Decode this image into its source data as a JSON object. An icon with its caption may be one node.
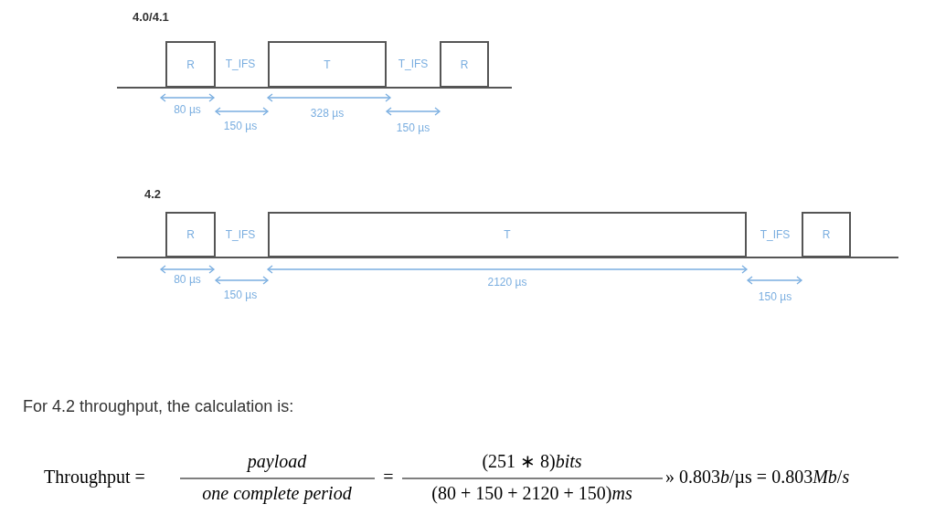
{
  "diagram": {
    "nodes": [
      {
        "text": [
          "R"
        ]
      },
      {
        "text": [
          "T"
        ]
      },
      {
        "text": [
          "R"
        ]
      },
      {
        "text": [
          "R"
        ]
      },
      {
        "text": [
          "T"
        ]
      },
      {
        "text": [
          "R"
        ]
      }
    ],
    "labels": [
      "4.0/4.1",
      "T_IFS",
      "T_IFS",
      "80 µs",
      "150 µs",
      "328 µs",
      "150 µs",
      "4.2",
      "T_IFS",
      "T_IFS",
      "80 µs",
      "150 µs",
      "2120 µs",
      "150 µs",
      "For 4.2 throughput, the calculation is:",
      "Throughput =",
      "payload",
      "one complete period",
      "=",
      "(251 ∗ 8)*bits*",
      "(80 + 150 + 2120 + 150)*ms*",
      "» 0.803",
      "*b*/µs = 0.803",
      "*Mb*/*s*"
    ]
  }
}
